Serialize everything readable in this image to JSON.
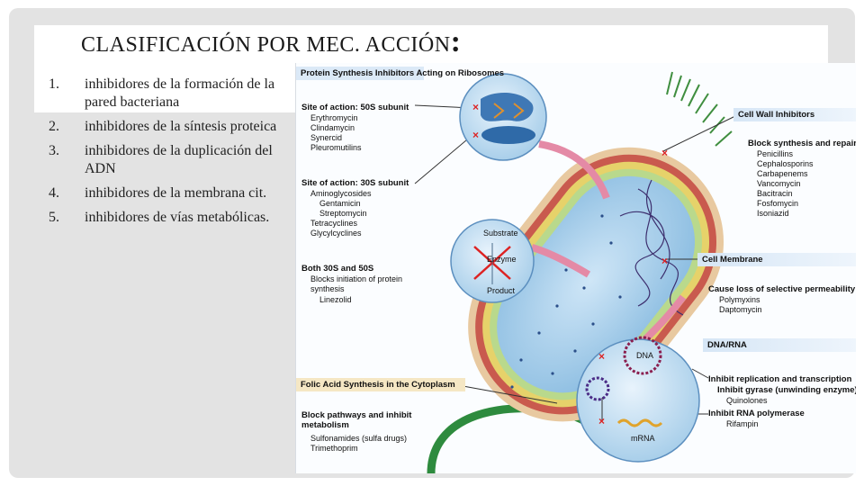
{
  "slide": {
    "title": "CLASIFICACIÓN POR MEC. ACCIÓN",
    "title_colon": ":",
    "items": [
      {
        "num": "1.",
        "text": "inhibidores de la formación de la pared bacteriana"
      },
      {
        "num": "2.",
        "text": "inhibidores de la síntesis proteica"
      },
      {
        "num": "3.",
        "text": "inhibidores de la duplicación del ADN"
      },
      {
        "num": "4.",
        "text": "inhibidores de la membrana cit."
      },
      {
        "num": "5.",
        "text": "inhibidores de vías metabólicas."
      }
    ]
  },
  "figure": {
    "protein": {
      "header": "Protein Synthesis Inhibitors Acting on Ribosomes",
      "s50_title": "Site of action: 50S subunit",
      "s50_drugs": [
        "Erythromycin",
        "Clindamycin",
        "Synercid",
        "Pleuromutilins"
      ],
      "s30_title": "Site of action: 30S subunit",
      "s30_drugs": [
        "Aminoglycosides",
        "Gentamicin",
        "Streptomycin",
        "Tetracyclines",
        "Glycylcyclines"
      ],
      "both_title": "Both 30S and 50S",
      "both_desc": "Blocks initiation of protein synthesis",
      "both_drug": "Linezolid"
    },
    "enzyme": {
      "substrate": "Substrate",
      "enzyme": "Enzyme",
      "product": "Product"
    },
    "folic": {
      "header": "Folic Acid Synthesis in the Cytoplasm",
      "sub": "Block pathways and inhibit metabolism",
      "drugs": [
        "Sulfonamides (sulfa drugs)",
        "Trimethoprim"
      ]
    },
    "wall": {
      "header": "Cell Wall Inhibitors",
      "sub": "Block synthesis and repair",
      "drugs": [
        "Penicillins",
        "Cephalosporins",
        "Carbapenems",
        "Vancomycin",
        "Bacitracin",
        "Fosfomycin",
        "Isoniazid"
      ]
    },
    "membrane": {
      "header": "Cell Membrane",
      "sub": "Cause loss of selective permeability",
      "drugs": [
        "Polymyxins",
        "Daptomycin"
      ]
    },
    "dna": {
      "header": "DNA/RNA",
      "sub1": "Inhibit replication and transcription",
      "sub2": "Inhibit gyrase (unwinding enzyme)",
      "drug1": "Quinolones",
      "sub3": "Inhibit RNA polymerase",
      "drug2": "Rifampin",
      "dna_label": "DNA",
      "mrna_label": "mRNA"
    }
  }
}
